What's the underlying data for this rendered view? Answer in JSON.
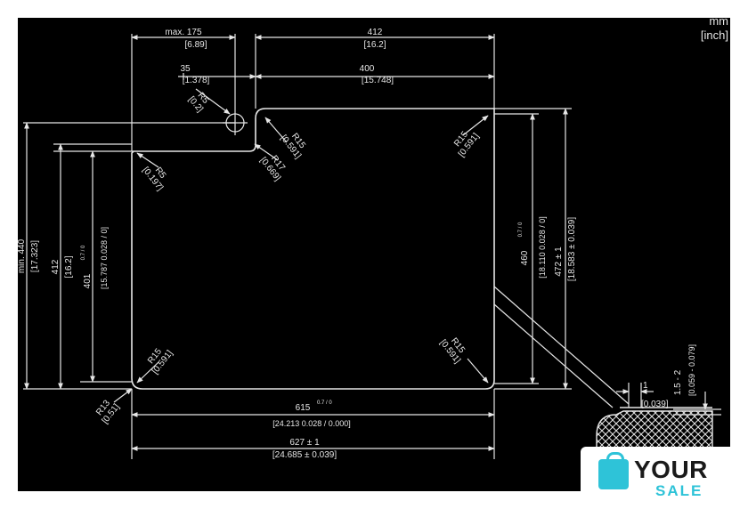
{
  "units": {
    "mm": "mm",
    "inch": "[inch]"
  },
  "top_dims": {
    "max175": {
      "mm": "max. 175",
      "inch": "[6.89]"
    },
    "d412": {
      "mm": "412",
      "inch": "[16.2]"
    },
    "d35": {
      "mm": "35",
      "inch": "[1.378]"
    },
    "d400": {
      "mm": "400",
      "inch": "[15.748]"
    }
  },
  "radii": {
    "r5_notch": {
      "mm": "R5",
      "inch": "[0.2]"
    },
    "r15_notch": {
      "mm": "R15",
      "inch": "[0.591]"
    },
    "r17": {
      "mm": "R17",
      "inch": "[0.669]"
    },
    "r5_tl": {
      "mm": "R5",
      "inch": "[0.197]"
    },
    "r15_tr": {
      "mm": "R15",
      "inch": "[0.591]"
    },
    "r15_br": {
      "mm": "R15",
      "inch": "[0.591]"
    },
    "r15_bl": {
      "mm": "R15",
      "inch": "[0.591]"
    },
    "r13_bl": {
      "mm": "R13",
      "inch": "[0.51]"
    }
  },
  "left_dims": {
    "min440": {
      "mm": "min. 440",
      "inch": "[17.323]"
    },
    "d412": {
      "mm": "412",
      "inch": "[16.2]"
    },
    "d401": {
      "mm": "401",
      "tol": "0.7 / 0",
      "inch": "[15.787 0.028 / 0]"
    }
  },
  "right_dims": {
    "d460": {
      "mm": "460",
      "tol": "0.7 / 0",
      "inch": "[18.110 0.028 / 0]"
    },
    "d472": {
      "mm": "472 ± 1",
      "inch": "[18.583 ± 0.039]"
    }
  },
  "bottom_dims": {
    "d615": {
      "mm": "615",
      "tol": "0.7 / 0",
      "inch": "[24.213 0.028 / 0.000]"
    },
    "d627": {
      "mm": "627 ± 1",
      "inch": "[24.685 ± 0.039]"
    }
  },
  "detail": {
    "gap": {
      "mm": "1",
      "inch": "[0.039]"
    },
    "thickness": {
      "mm": "1.5 - 2",
      "inch": "[0.059 - 0.079]"
    }
  },
  "logo": {
    "your": "YOUR",
    "sale": "SALE"
  },
  "colors": {
    "background": "#000000",
    "lines": "#e6e6e6",
    "logo_accent": "#2ec3d8"
  }
}
